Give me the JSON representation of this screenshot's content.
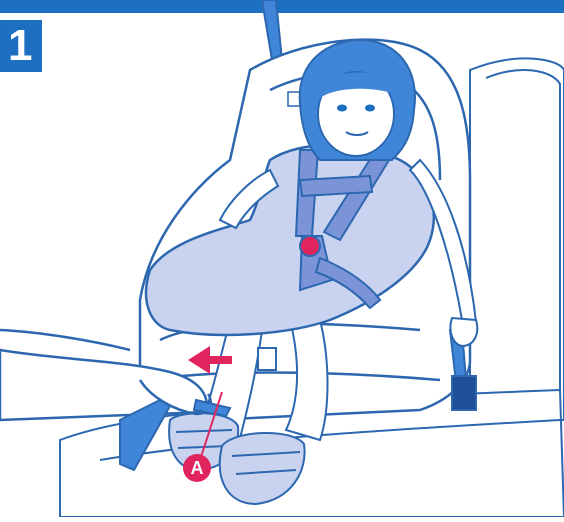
{
  "step": {
    "number": "1"
  },
  "callouts": [
    {
      "letter": "A"
    }
  ],
  "colors": {
    "brand_blue": "#1c6fc1",
    "line_blue": "#2c67b0",
    "dress_fill": "#c9d3ef",
    "hair_fill": "#3f86d8",
    "accent_red": "#e0245e",
    "seat_fill": "#ffffff",
    "shade_fill": "#e9eefa"
  },
  "icons": {
    "step_badge": "step-number-badge",
    "pull_arrow": "arrow-left-icon",
    "callout": "callout-circle-icon"
  }
}
